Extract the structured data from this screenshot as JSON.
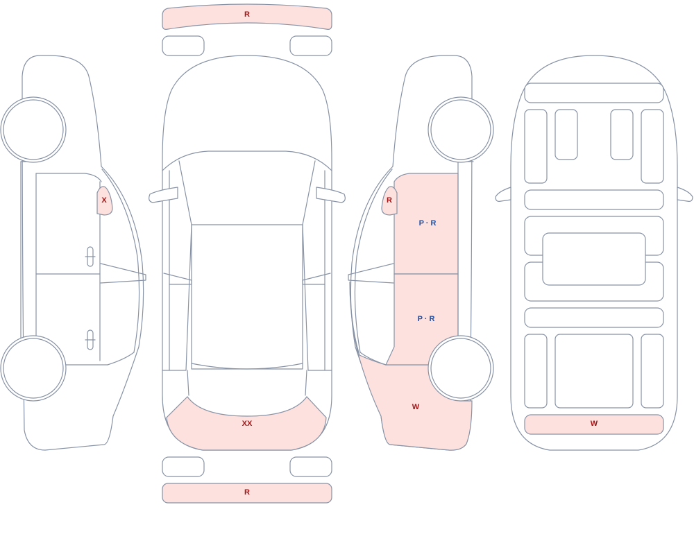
{
  "colors": {
    "outline": "#8792a5",
    "damage_fill": "#fde1df",
    "damage_label": "#a31515",
    "paint_label": "#1f4fa6",
    "background": "#ffffff"
  },
  "marks": {
    "rear_bumper_top": "R",
    "left_mirror": "X",
    "front_bumper_area": "XX",
    "front_bumper_bottom": "R",
    "right_mirror": "R",
    "right_rear_door": "P · R",
    "right_front_door": "P · R",
    "right_front_fender": "W",
    "windshield_panel": "W"
  }
}
